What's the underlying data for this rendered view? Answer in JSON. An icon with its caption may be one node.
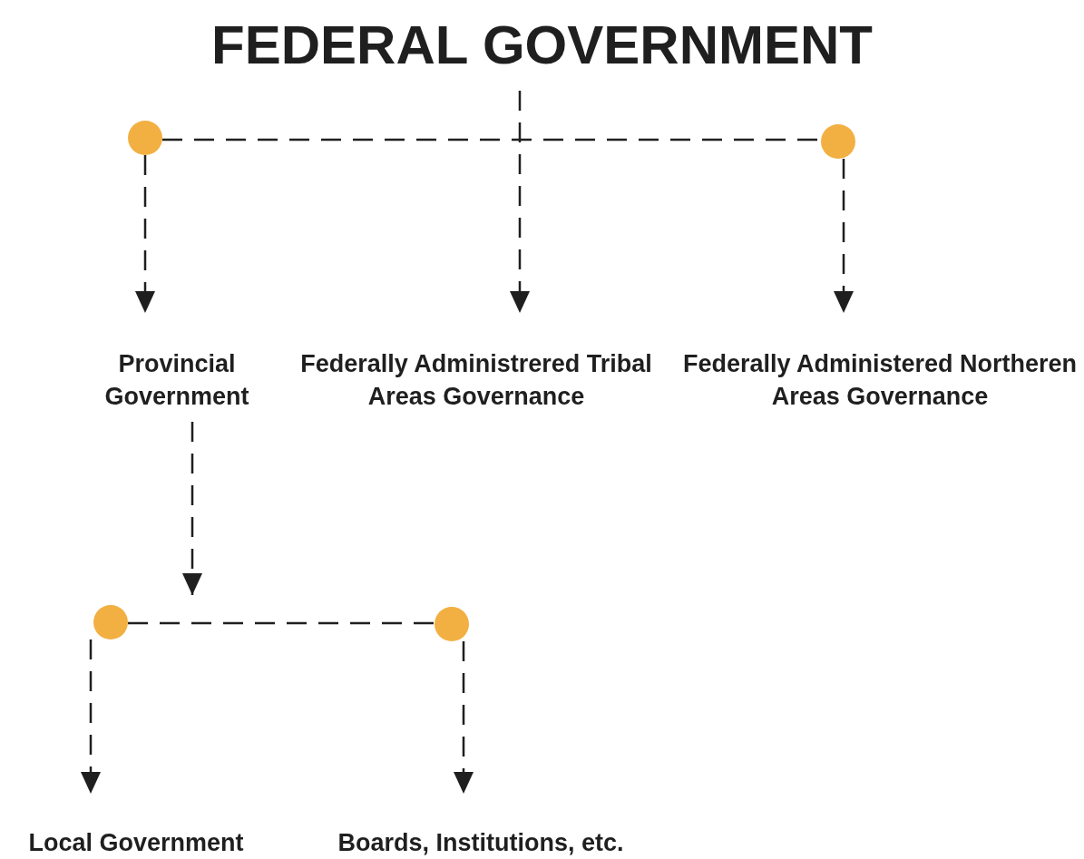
{
  "diagram": {
    "nodes": [
      {
        "text": [
          "FEDERAL GOVERNMENT"
        ]
      },
      {
        "text": [],
        "shape": "circle"
      },
      {
        "text": [],
        "shape": "circle"
      },
      {
        "text": [
          "Provincial Government"
        ]
      },
      {
        "text": [
          "Federally Administrered Tribal Areas Governance"
        ]
      },
      {
        "text": [
          "Federally Administered Northeren Areas Governance"
        ]
      },
      {
        "text": [],
        "shape": "circle"
      },
      {
        "text": [],
        "shape": "circle"
      },
      {
        "text": [
          "Local Government"
        ]
      },
      {
        "text": [
          "Boards, Institutions, etc."
        ]
      }
    ],
    "edges": [
      {
        "from": 0,
        "to": 4,
        "arrow": "to",
        "style": "dashed"
      },
      {
        "from": 1,
        "to": 2,
        "arrow": "none",
        "style": "dashed"
      },
      {
        "from": 1,
        "to": 3,
        "arrow": "to",
        "style": "dashed"
      },
      {
        "from": 2,
        "to": 5,
        "arrow": "to",
        "style": "dashed"
      },
      {
        "from": 3,
        "to": null,
        "arrow": "to",
        "style": "dashed"
      },
      {
        "from": 6,
        "to": 7,
        "arrow": "none",
        "style": "dashed"
      },
      {
        "from": 6,
        "to": 8,
        "arrow": "to",
        "style": "dashed"
      },
      {
        "from": 7,
        "to": 9,
        "arrow": "to",
        "style": "dashed"
      }
    ]
  }
}
